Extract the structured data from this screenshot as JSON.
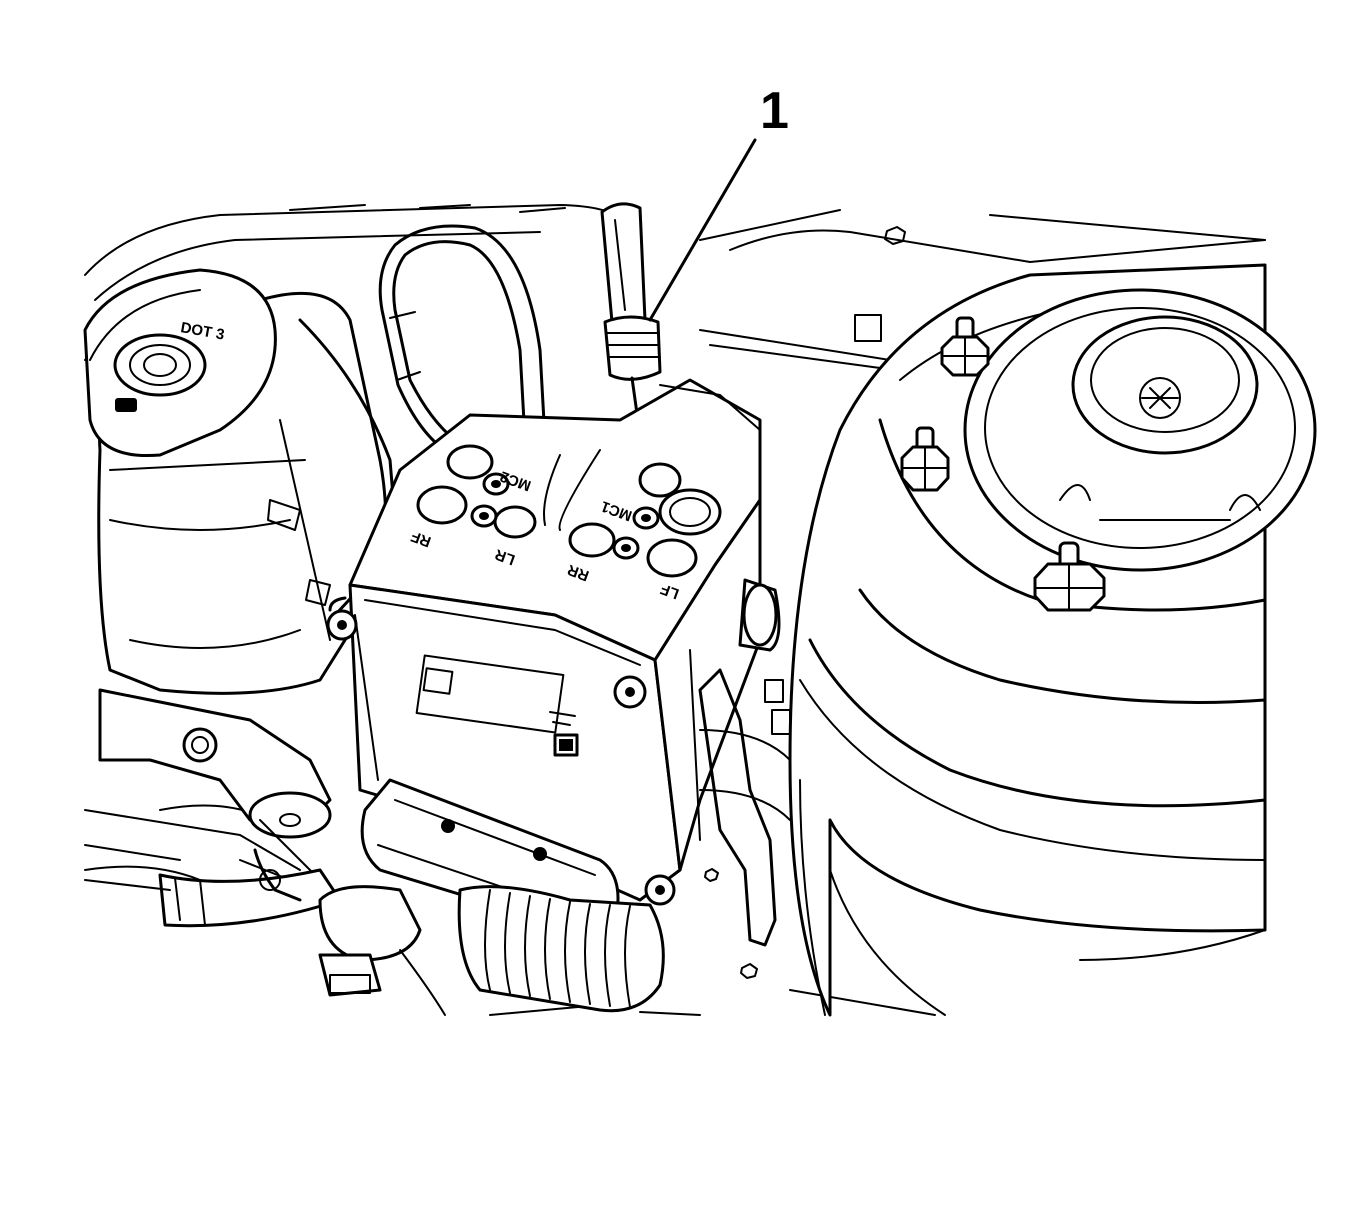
{
  "callout": {
    "number": "1"
  },
  "reservoir_cap": {
    "label": "DOT 3"
  },
  "port_labels": {
    "mc1": "MC1",
    "mc2": "MC2",
    "rf": "RF",
    "lr": "LR",
    "rr": "RR",
    "lf": "LF"
  },
  "colors": {
    "line": "#000000",
    "background": "#ffffff"
  }
}
